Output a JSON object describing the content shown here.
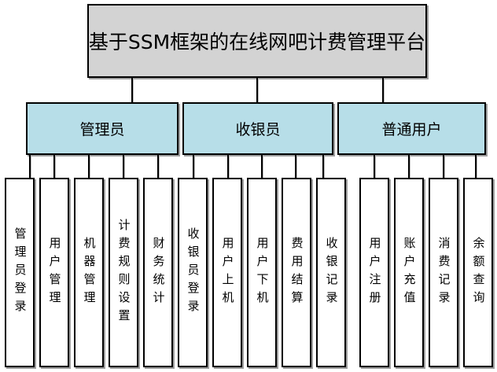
{
  "root": {
    "title": "基于SSM框架的在线网吧计费管理平台"
  },
  "groups": [
    {
      "label": "管理员",
      "children": [
        "管理员登录",
        "用户管理",
        "机器管理",
        "计费规则设置",
        "财务统计"
      ]
    },
    {
      "label": "收银员",
      "children": [
        "收银员登录",
        "用户上机",
        "用户下机",
        "费用结算",
        "收银记录"
      ]
    },
    {
      "label": "普通用户",
      "children": [
        "用户注册",
        "账户充值",
        "消费记录",
        "余额查询"
      ]
    }
  ],
  "colors": {
    "root_fill": "#d3d3d3",
    "group_fill": "#b7dee8",
    "leaf_fill": "#ffffff",
    "border": "#000000",
    "shadow": "#9e9e9e"
  }
}
